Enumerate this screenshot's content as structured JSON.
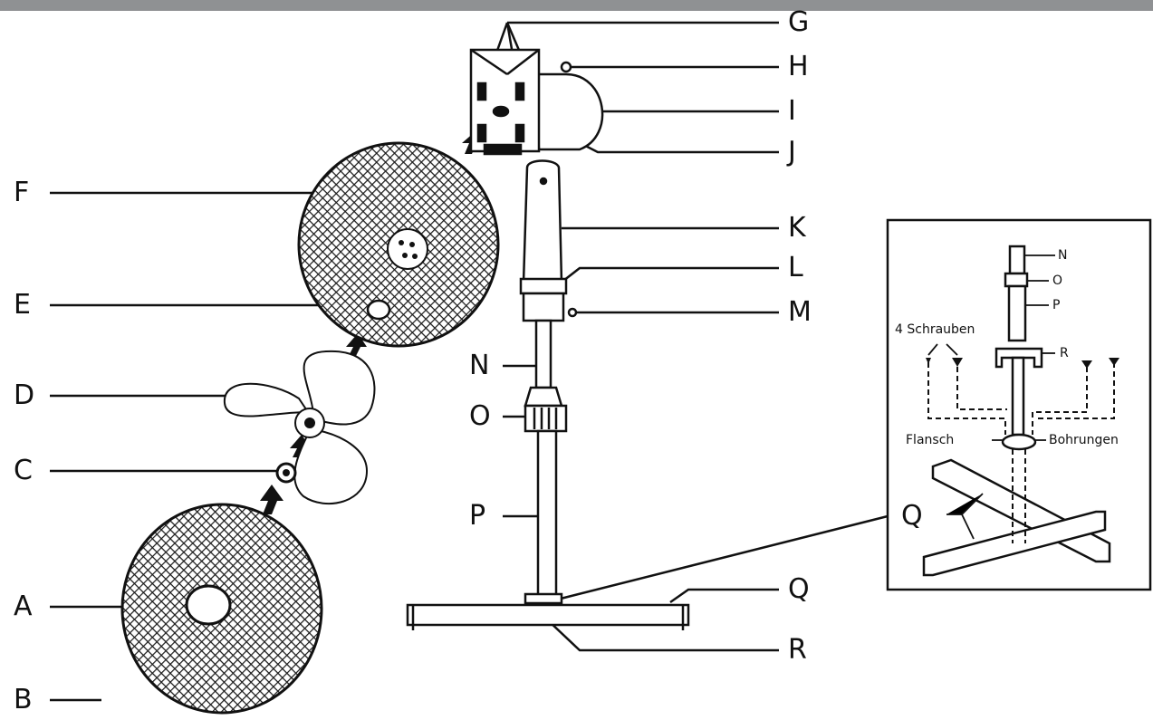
{
  "labels": {
    "A": "A",
    "B": "B",
    "C": "C",
    "D": "D",
    "E": "E",
    "F": "F",
    "G": "G",
    "H": "H",
    "I": "I",
    "J": "J",
    "K": "K",
    "L": "L",
    "M": "M",
    "N": "N",
    "O": "O",
    "P": "P",
    "Q": "Q",
    "R": "R"
  },
  "inset": {
    "N": "N",
    "O": "O",
    "P": "P",
    "R": "R",
    "Q": "Q",
    "schrauben": "4 Schrauben",
    "flansch": "Flansch",
    "bohrungen": "Bohrungen"
  },
  "colors": {
    "line": "#111111",
    "bar": "#8f9193"
  }
}
